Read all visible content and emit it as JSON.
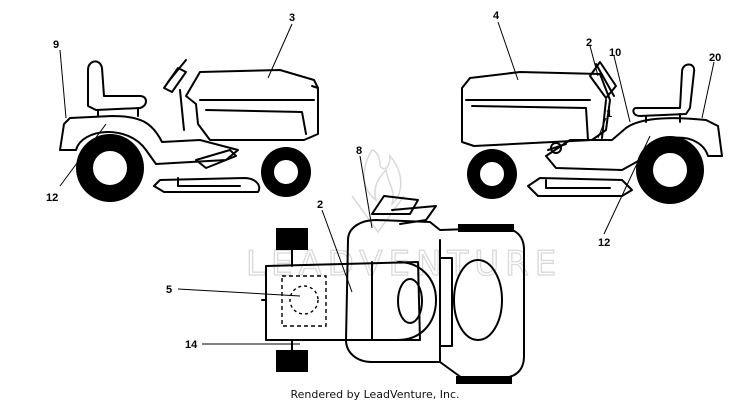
{
  "callouts": {
    "c1": "1",
    "c2a": "2",
    "c2b": "2",
    "c3": "3",
    "c4": "4",
    "c5": "5",
    "c8": "8",
    "c9": "9",
    "c10": "10",
    "c12a": "12",
    "c12b": "12",
    "c14": "14",
    "c20": "20"
  },
  "watermark": "LEADVENTURE",
  "footer": {
    "credit": "Rendered by LeadVenture, Inc."
  },
  "colors": {
    "line": "#000000",
    "watermark": "#d9d9d9"
  }
}
